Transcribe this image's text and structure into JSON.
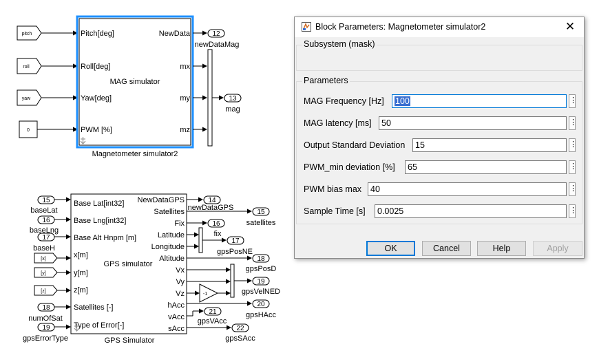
{
  "model": {
    "mag_block": {
      "name": "Magnetometer simulator2",
      "title": "MAG simulator",
      "inports": [
        "Pitch[deg]",
        "Roll[deg]",
        "Yaw[deg]",
        "PWM [%]"
      ],
      "outports": [
        "NewData",
        "mx",
        "my",
        "mz"
      ]
    },
    "mag_inputs": [
      "pitch",
      "roll",
      "yaw",
      "0"
    ],
    "mag_outputs": [
      {
        "num": "12",
        "label": "newDataMag"
      },
      {
        "num": "13",
        "label": "mag"
      }
    ],
    "gps_block": {
      "name": "GPS Simulator",
      "title": "GPS simulator",
      "inports": [
        "Base Lat[int32]",
        "Base Lng[int32]",
        "Base Alt Hnpm [m]",
        "x[m]",
        "y[m]",
        "z[m]",
        "Satellites [-]",
        "Type of Error[-]"
      ],
      "outports": [
        "NewDataGPS",
        "Satellites",
        "Fix",
        "Latitude",
        "Longitude",
        "Altitude",
        "Vx",
        "Vy",
        "Vz",
        "hAcc",
        "vAcc",
        "sAcc"
      ]
    },
    "gps_inputs": [
      {
        "num": "15",
        "label": "baseLat"
      },
      {
        "num": "16",
        "label": "baseLng"
      },
      {
        "num": "17",
        "label": "baseH"
      },
      {
        "tag": "[x]"
      },
      {
        "tag": "[y]"
      },
      {
        "tag": "[z]"
      },
      {
        "num": "18",
        "label": "numOfSat"
      },
      {
        "num": "19",
        "label": "gpsErrorType"
      }
    ],
    "gps_outputs": [
      {
        "num": "14",
        "label": "newDataGPS"
      },
      {
        "num": "15",
        "label": "satellites"
      },
      {
        "num": "16",
        "label": "fix"
      },
      {
        "num": "17",
        "label": "gpsPosNE"
      },
      {
        "num": "18",
        "label": "gpsPosD"
      },
      {
        "num": "19",
        "label": "gpsVelNED"
      },
      {
        "num": "20",
        "label": "gpsHAcc"
      },
      {
        "num": "21",
        "label": "gpsVAcc"
      },
      {
        "num": "22",
        "label": "gpsSAcc"
      }
    ],
    "gain_value": "-1"
  },
  "dialog": {
    "title": "Block Parameters: Magnetometer simulator2",
    "subsystem_label": "Subsystem (mask)",
    "parameters_label": "Parameters",
    "params": [
      {
        "label": "MAG Frequency [Hz]",
        "value": "100"
      },
      {
        "label": "MAG latency [ms]",
        "value": "50"
      },
      {
        "label": "Output Standard Deviation",
        "value": "15"
      },
      {
        "label": "PWM_min deviation [%]",
        "value": "65"
      },
      {
        "label": "PWM bias max",
        "value": "40"
      },
      {
        "label": "Sample Time [s]",
        "value": "0.0025"
      }
    ],
    "buttons": {
      "ok": "OK",
      "cancel": "Cancel",
      "help": "Help",
      "apply": "Apply"
    },
    "kebab_glyph": "⋮",
    "close_glyph": "✕"
  }
}
